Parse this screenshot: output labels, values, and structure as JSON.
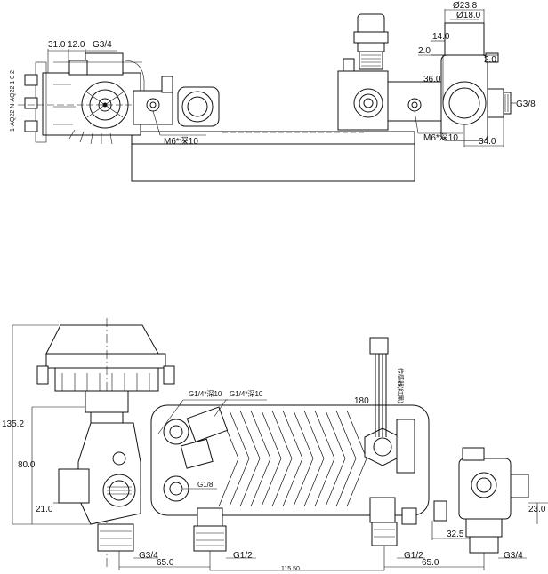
{
  "top_left_view": {
    "dim_31": "31.0",
    "dim_12": "12.0",
    "thread_g34": "G3/4",
    "bolt": "M6*深10",
    "side_label": "1-AQ22 N-AQ22 1 0 2"
  },
  "top_right_view": {
    "dim_d238": "Ø23.8",
    "dim_d180": "Ø18.0",
    "dim_14": "14.0",
    "dim_2a": "2.0",
    "dim_2b": "2.0",
    "dim_36": "36.0",
    "thread_g38": "G3/8",
    "bolt": "M6*深10",
    "dim_34": "34.0"
  },
  "bottom_view": {
    "dim_135": "135.2",
    "dim_80": "80.0",
    "dim_21": "21.0",
    "dim_23": "23.0",
    "dim_180": "180",
    "dim_325": "32.5",
    "dim_65a": "65.0",
    "dim_65b": "65.0",
    "dim_11550": "115.50",
    "thread_g14a": "G1/4*深10",
    "thread_g14b": "G1/4*深10",
    "thread_g18": "G1/8",
    "thread_g12a": "G1/2",
    "thread_g12b": "G1/2",
    "thread_g34a": "G3/4",
    "thread_g34b": "G3/4",
    "wire_label": "传感器(红黑)"
  }
}
